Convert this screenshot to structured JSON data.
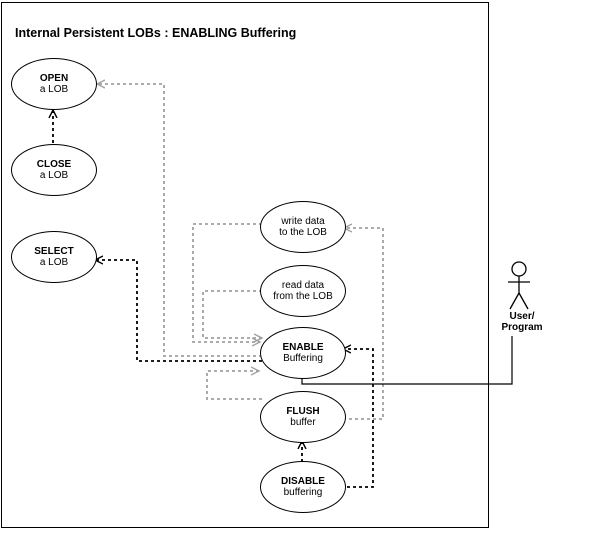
{
  "title": "Internal Persistent LOBs : ENABLING Buffering",
  "use_cases": {
    "open": {
      "line1": "OPEN",
      "line2": "a LOB"
    },
    "close": {
      "line1": "CLOSE",
      "line2": "a LOB"
    },
    "select": {
      "line1": "SELECT",
      "line2": "a LOB"
    },
    "write": {
      "line1": "write data",
      "line2": "to the LOB"
    },
    "read": {
      "line1": "read data",
      "line2": "from the LOB"
    },
    "enable": {
      "line1": "ENABLE",
      "line2": "Buffering"
    },
    "flush": {
      "line1": "FLUSH",
      "line2": "buffer"
    },
    "disable": {
      "line1": "DISABLE",
      "line2": "buffering"
    }
  },
  "actor": {
    "line1": "User/",
    "line2": "Program"
  },
  "colors": {
    "required_link": "#000000",
    "optional_link": "#a0a0a0"
  }
}
